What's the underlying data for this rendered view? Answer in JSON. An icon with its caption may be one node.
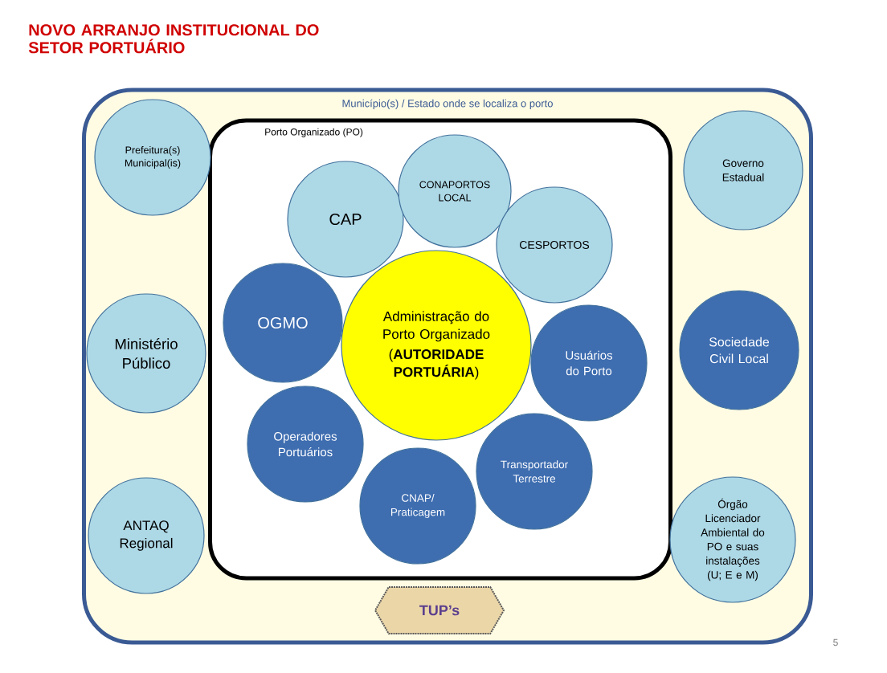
{
  "diagram": {
    "title": "NOVO ARRANJO INSTITUCIONAL DO SETOR PORTUÁRIO",
    "nodes": [
      {
        "text": [
          "Município(s) / Estado onde se localiza o porto"
        ]
      },
      {
        "text": [
          "Porto Organizado (PO)"
        ],
        "in": 0
      },
      {
        "text": [
          "Prefeitura(s) Municipal(is)"
        ],
        "in": 0
      },
      {
        "text": [
          "Governo Estadual"
        ],
        "in": 0
      },
      {
        "text": [
          "CAP"
        ],
        "in": 1
      },
      {
        "text": [
          "CONAPORTOS LOCAL"
        ],
        "in": 1
      },
      {
        "text": [
          "CESPORTOS"
        ],
        "in": 1
      },
      {
        "text": [
          "OGMO"
        ],
        "in": 1
      },
      {
        "text": [
          "Administração do Porto Organizado",
          "(**AUTORIDADE PORTUÁRIA**)"
        ],
        "in": 1
      },
      {
        "text": [
          "Usuários do Porto"
        ],
        "in": 1
      },
      {
        "text": [
          "Ministério Público"
        ],
        "in": 0
      },
      {
        "text": [
          "Sociedade Civil Local"
        ],
        "in": 0
      },
      {
        "text": [
          "Operadores Portuários"
        ],
        "in": 1
      },
      {
        "text": [
          "Transportador Terrestre"
        ],
        "in": 1
      },
      {
        "text": [
          "CNAP/ Praticagem"
        ],
        "in": 1
      },
      {
        "text": [
          "ANTAQ Regional"
        ],
        "in": 0
      },
      {
        "text": [
          "Órgão Licenciador Ambiental do PO e suas instalações (U; E e M)"
        ],
        "in": 0
      },
      {
        "text": [
          "TUP’s"
        ],
        "in": 0
      }
    ],
    "labels": [
      "5"
    ]
  }
}
